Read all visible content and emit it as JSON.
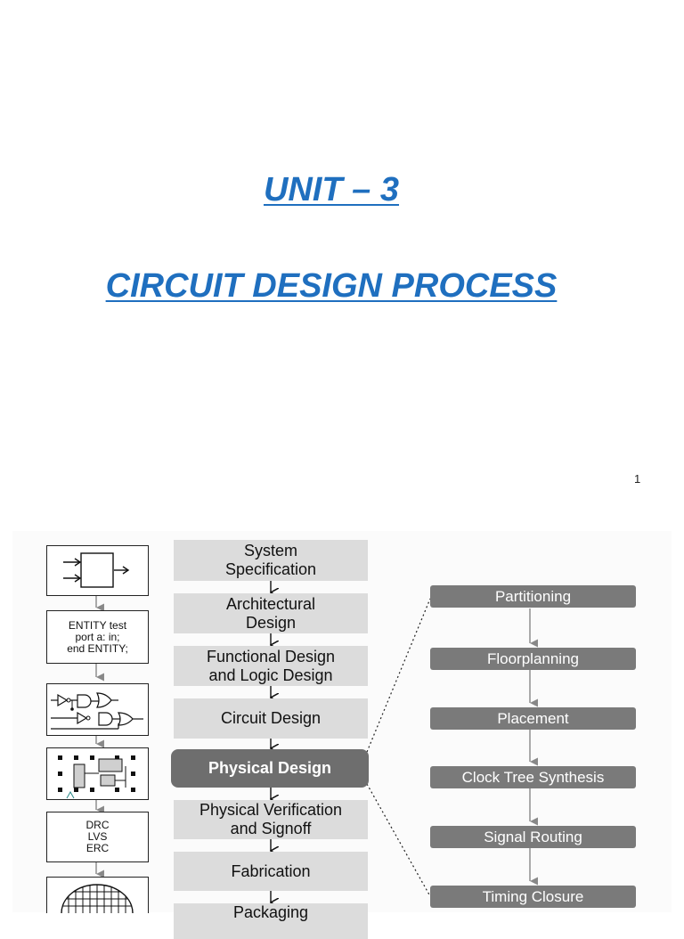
{
  "title": {
    "unit": "UNIT – 3",
    "main": "CIRCUIT DESIGN PROCESS"
  },
  "page_number": "1",
  "flow": {
    "main_steps": [
      {
        "label_lines": [
          "System",
          "Specification"
        ]
      },
      {
        "label_lines": [
          "Architectural",
          "Design"
        ]
      },
      {
        "label_lines": [
          "Functional Design",
          "and Logic Design"
        ]
      },
      {
        "label_lines": [
          "Circuit Design"
        ]
      },
      {
        "label_lines": [
          "Physical Design"
        ]
      },
      {
        "label_lines": [
          "Physical Verification",
          "and Signoff"
        ]
      },
      {
        "label_lines": [
          "Fabrication"
        ]
      },
      {
        "label_lines": [
          "Packaging"
        ]
      }
    ],
    "left_icons": {
      "entity_code": [
        "ENTITY test",
        "port a: in;",
        "end ENTITY;"
      ],
      "checks": [
        "DRC",
        "LVS",
        "ERC"
      ]
    },
    "physical_design_steps": [
      "Partitioning",
      "Floorplanning",
      "Placement",
      "Clock Tree Synthesis",
      "Signal Routing",
      "Timing Closure"
    ]
  }
}
